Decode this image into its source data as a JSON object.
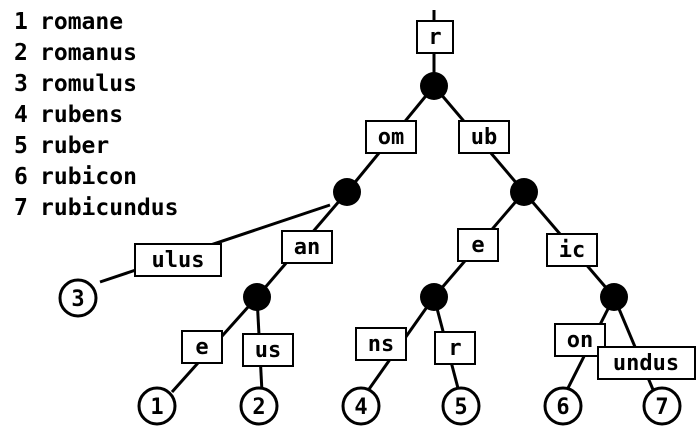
{
  "word_list": [
    {
      "num": "1",
      "word": "romane"
    },
    {
      "num": "2",
      "word": "romanus"
    },
    {
      "num": "3",
      "word": "romulus"
    },
    {
      "num": "4",
      "word": "rubens"
    },
    {
      "num": "5",
      "word": "ruber"
    },
    {
      "num": "6",
      "word": "rubicon"
    },
    {
      "num": "7",
      "word": "rubicundus"
    }
  ],
  "edge_labels": {
    "root": "r",
    "om": "om",
    "ub": "ub",
    "ulus": "ulus",
    "an": "an",
    "e_left": "e",
    "us": "us",
    "e_mid": "e",
    "ic": "ic",
    "ns": "ns",
    "r_leaf": "r",
    "on": "on",
    "undus": "undus"
  },
  "leaves": {
    "leaf_1": "1",
    "leaf_2": "2",
    "leaf_3": "3",
    "leaf_4": "4",
    "leaf_5": "5",
    "leaf_6": "6",
    "leaf_7": "7"
  }
}
